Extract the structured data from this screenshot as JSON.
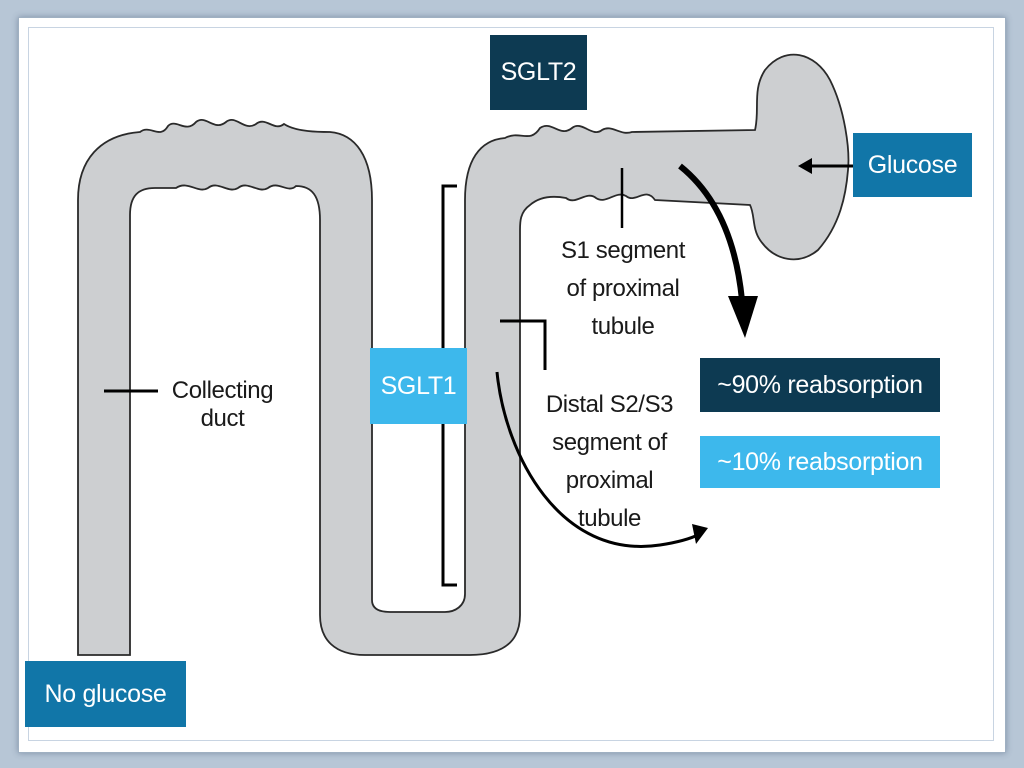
{
  "colors": {
    "dark_box": "#0d3a52",
    "mid_box": "#1176a8",
    "light_box": "#3db8ec",
    "tubule": "#cdcfd1",
    "tubule_outline": "#2a2a2a"
  },
  "labels": {
    "sglt2": "SGLT2",
    "sglt1": "SGLT1",
    "glucose": "Glucose",
    "no_glucose": "No glucose",
    "reabsorption_90": "~90% reabsorption",
    "reabsorption_10": "~10% reabsorption",
    "collecting_duct": [
      "Collecting",
      "duct"
    ],
    "s1_segment": [
      "S1 segment",
      "of proximal",
      "tubule"
    ],
    "distal_segment": [
      "Distal S2/S3",
      "segment of",
      "proximal",
      "tubule"
    ]
  }
}
